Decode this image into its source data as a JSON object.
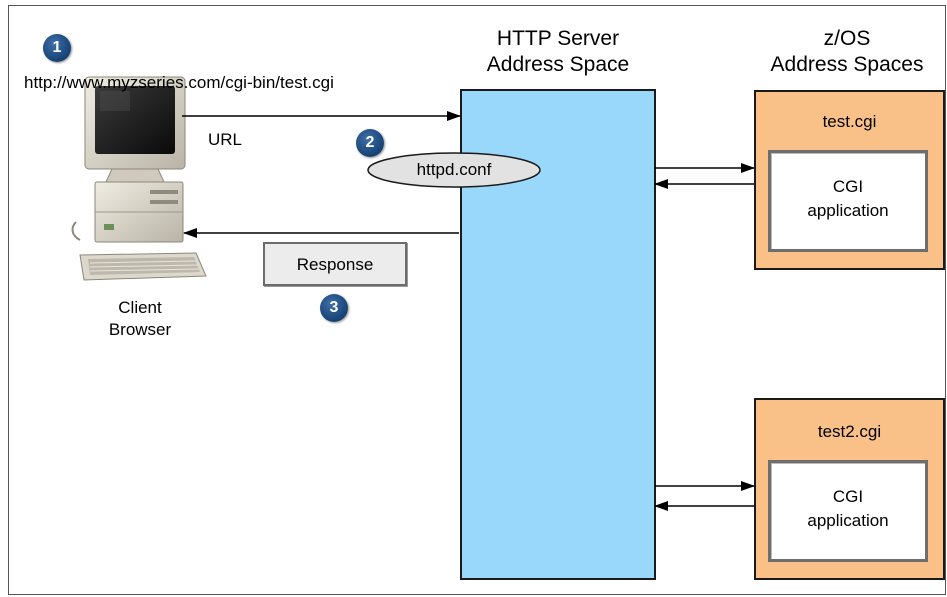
{
  "client": {
    "url_text": "http://www.myzseries.com/cgi-bin/test.cgi",
    "label_line1": "Client",
    "label_line2": "Browser"
  },
  "steps": [
    "1",
    "2",
    "3"
  ],
  "url_arrow_label": "URL",
  "config_file": "httpd.conf",
  "response_label": "Response",
  "http_server": {
    "title_line1": "HTTP Server",
    "title_line2": "Address Space",
    "color": "#9ad8fb"
  },
  "zos": {
    "title_line1": "z/OS",
    "title_line2": "Address Spaces",
    "color": "#f9c088",
    "spaces": [
      {
        "name": "test.cgi",
        "app_line1": "CGI",
        "app_line2": "application"
      },
      {
        "name": "test2.cgi",
        "app_line1": "CGI",
        "app_line2": "application"
      }
    ]
  }
}
